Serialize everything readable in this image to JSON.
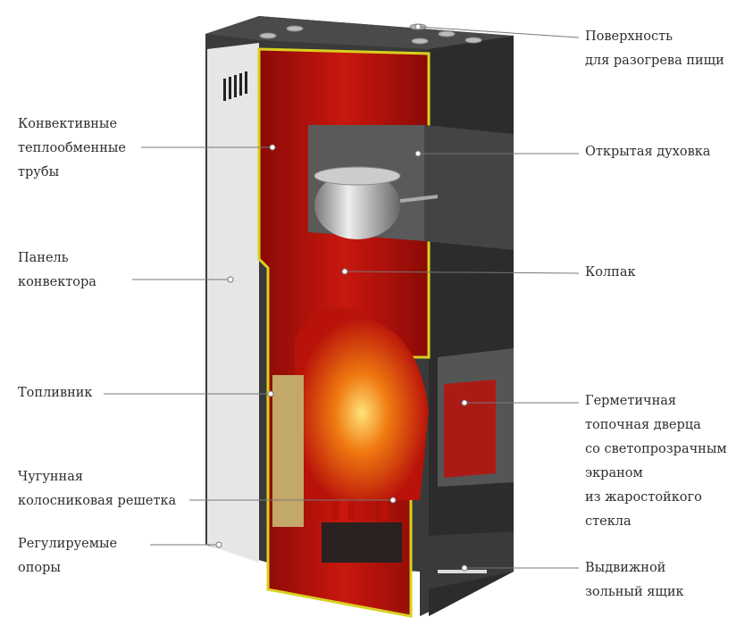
{
  "labels": {
    "left": [
      {
        "id": "convective-tubes",
        "lines": [
          "Конвективные",
          "теплообменные",
          "трубы"
        ]
      },
      {
        "id": "convector-panel",
        "lines": [
          "Панель",
          "конвектора"
        ]
      },
      {
        "id": "firebox",
        "lines": [
          "Топливник"
        ]
      },
      {
        "id": "cast-iron-grate",
        "lines": [
          "Чугунная",
          "колосниковая решетка"
        ]
      },
      {
        "id": "adjustable-feet",
        "lines": [
          "Регулируемые",
          "опоры"
        ]
      }
    ],
    "right": [
      {
        "id": "cooking-surface",
        "lines": [
          "Поверхность",
          "для разогрева пищи"
        ]
      },
      {
        "id": "open-oven",
        "lines": [
          "Открытая духовка"
        ]
      },
      {
        "id": "hood",
        "lines": [
          "Колпак"
        ]
      },
      {
        "id": "sealed-door",
        "lines": [
          "Герметичная",
          "топочная дверца",
          "со светопрозрачным",
          "экраном",
          "из жаростойкого",
          "стекла"
        ]
      },
      {
        "id": "ash-drawer",
        "lines": [
          "Выдвижной",
          "зольный ящик"
        ]
      }
    ]
  },
  "colors": {
    "fire": "#c8140c",
    "body": "#3c3c3c",
    "edge": "#d8d020",
    "panel": "#e4e4e4"
  }
}
